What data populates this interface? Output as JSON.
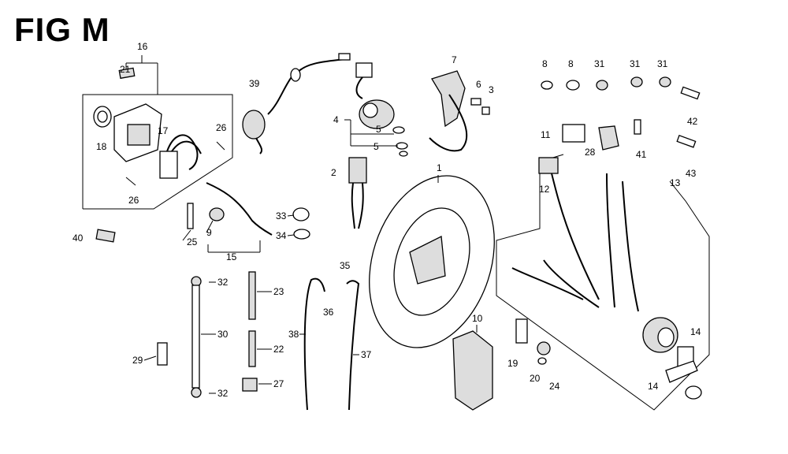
{
  "title": "FIG M",
  "callouts": [
    "16",
    "21",
    "18",
    "17",
    "26",
    "26",
    "39",
    "4",
    "5",
    "5",
    "2",
    "7",
    "6",
    "3",
    "1",
    "8",
    "8",
    "31",
    "31",
    "31",
    "42",
    "11",
    "28",
    "41",
    "43",
    "12",
    "13",
    "40",
    "25",
    "9",
    "15",
    "33",
    "34",
    "32",
    "30",
    "32",
    "29",
    "23",
    "22",
    "27",
    "35",
    "36",
    "38",
    "37",
    "10",
    "19",
    "20",
    "24",
    "14",
    "14"
  ]
}
